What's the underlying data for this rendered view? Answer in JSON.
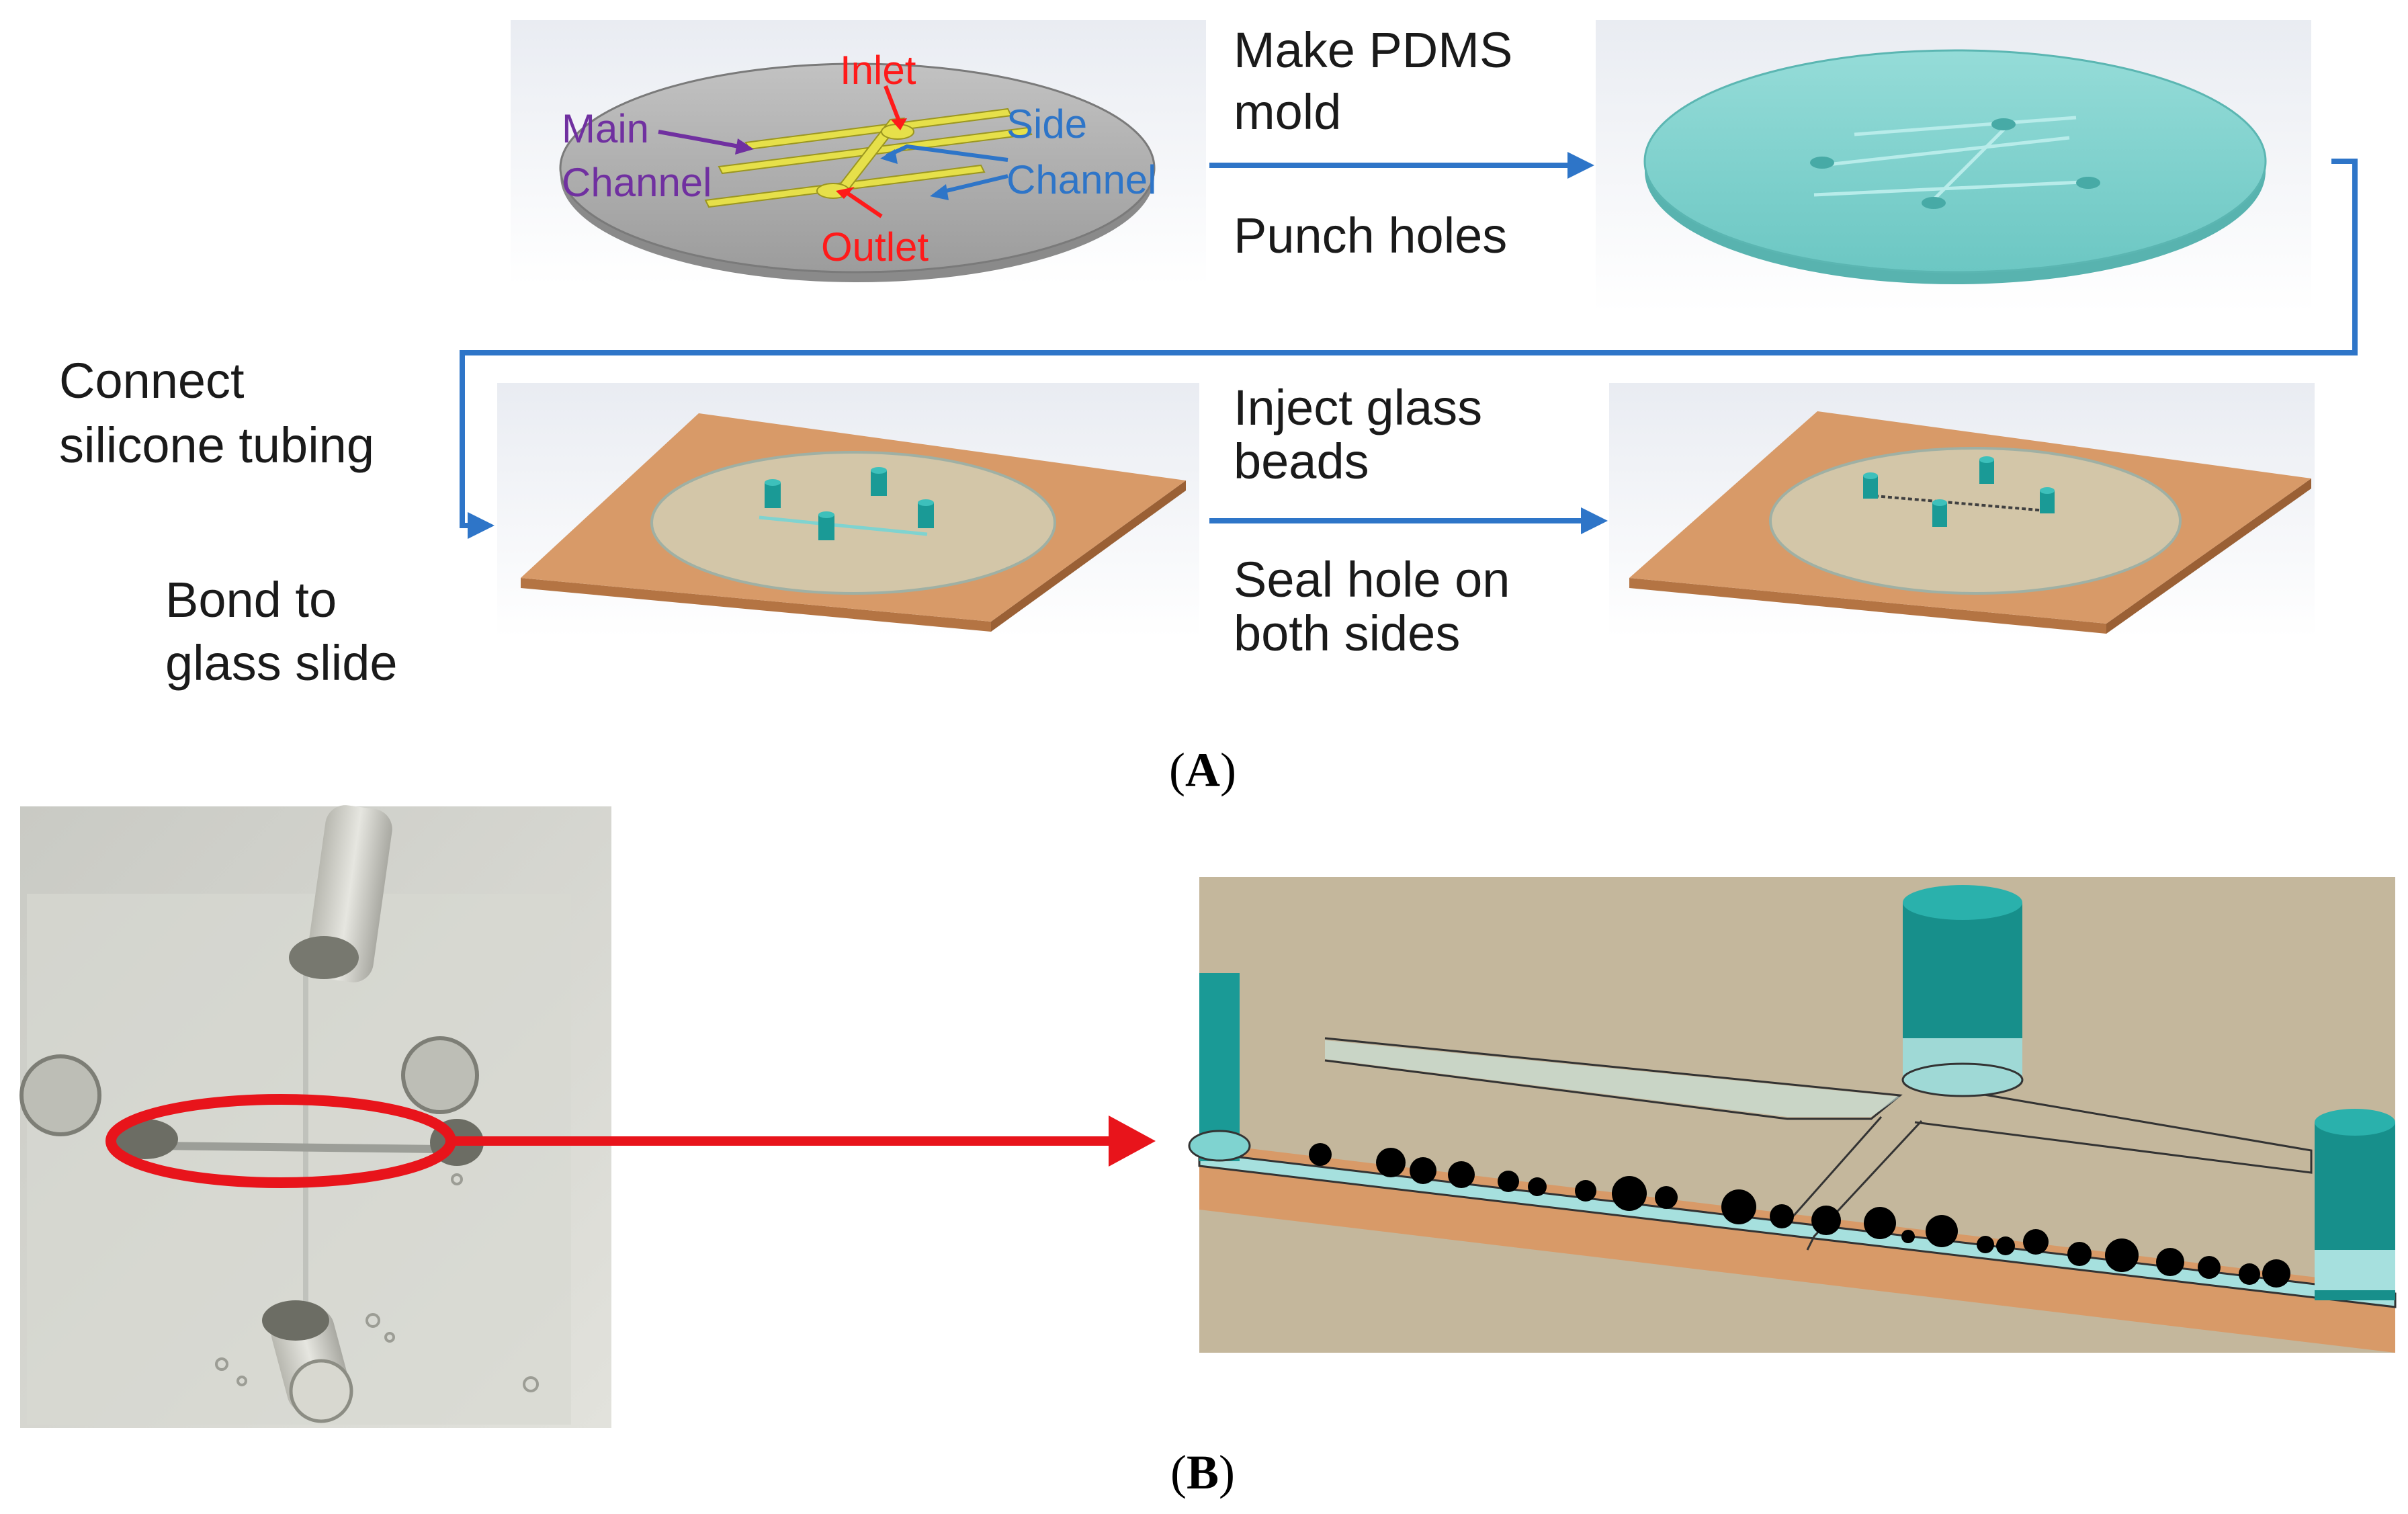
{
  "panel_a": {
    "label_open": "(",
    "label_letter": "A",
    "label_close": ")",
    "step_make_line1": "Make PDMS",
    "step_make_line2": "mold",
    "step_punch": "Punch holes",
    "step_connect_line1": "Connect",
    "step_connect_line2": "silicone tubing",
    "step_bond_line1": "Bond to",
    "step_bond_line2": "glass slide",
    "step_inject_line1": "Inject glass",
    "step_inject_line2": "beads",
    "step_seal_line1": "Seal hole on",
    "step_seal_line2": "both sides",
    "callouts": {
      "inlet": "Inlet",
      "outlet": "Outlet",
      "main_line1": "Main",
      "main_line2": "Channel",
      "side_line1": "Side",
      "side_line2": "Channel"
    }
  },
  "panel_b": {
    "label_open": "(",
    "label_letter": "B",
    "label_close": ")"
  },
  "colors": {
    "flow_arrow": "#2e75c8",
    "callout_red": "#ff1a1a",
    "callout_purple": "#7030a0",
    "callout_blue": "#2e75c8",
    "channel_yellow": "#e6e04a",
    "pdms_teal": "#7fd3d0",
    "slide_copper": "#d89a68",
    "port_teal": "#1a9a96",
    "bead_black": "#000000",
    "zoom_arrow": "#e8141b"
  }
}
